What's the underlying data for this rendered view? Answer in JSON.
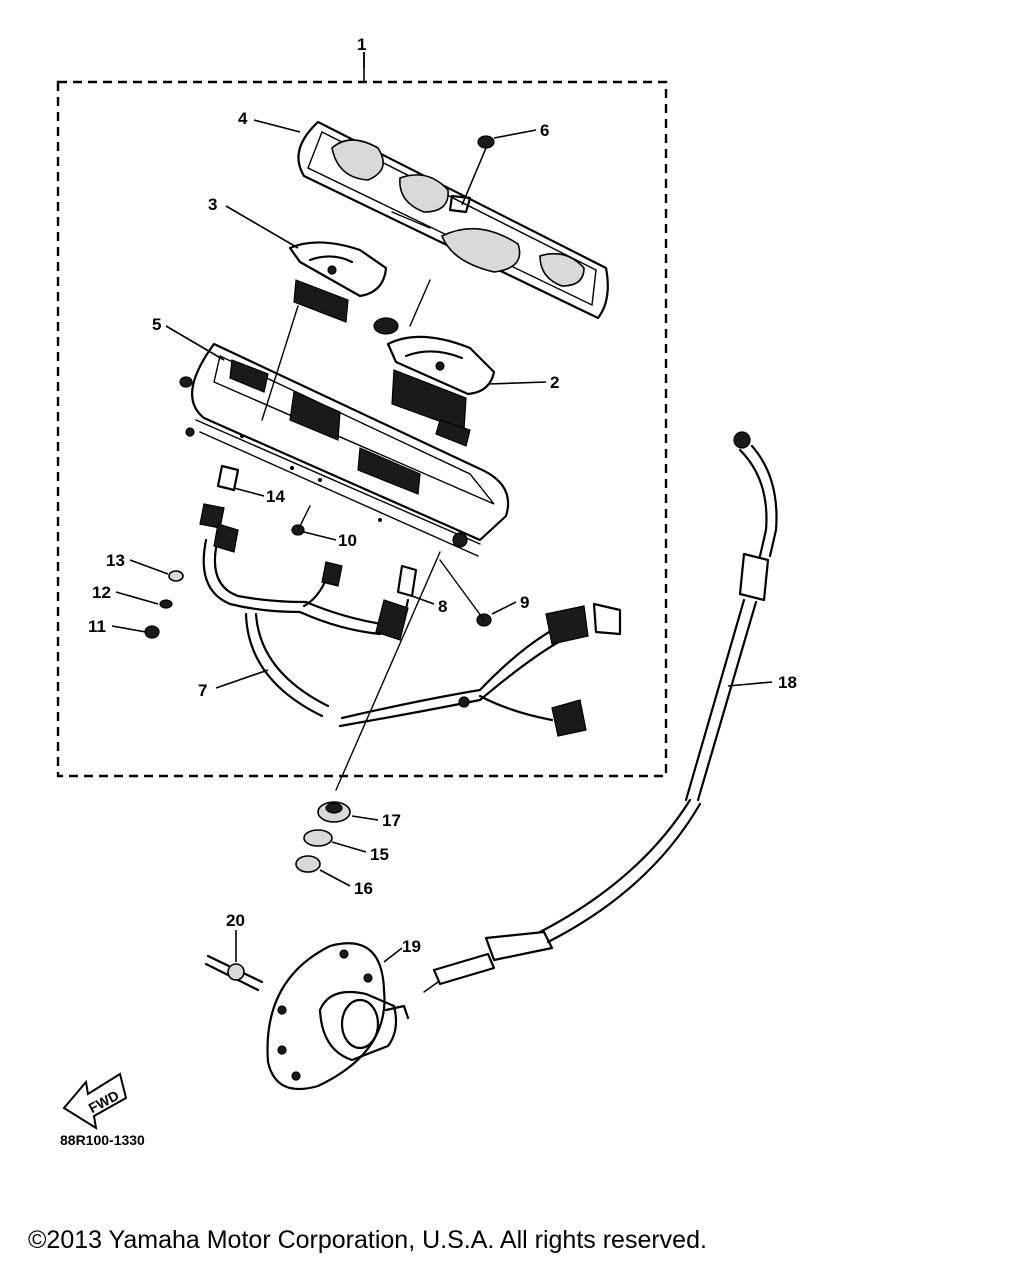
{
  "diagram": {
    "callouts": [
      "1",
      "2",
      "3",
      "4",
      "5",
      "6",
      "7",
      "8",
      "9",
      "10",
      "11",
      "12",
      "13",
      "14",
      "15",
      "16",
      "17",
      "18",
      "19",
      "20"
    ],
    "front_arrow_text": "FWD",
    "drawing_code": "88R100-1330",
    "copyright": "©2013 Yamaha Motor Corporation, U.S.A. All rights reserved."
  }
}
